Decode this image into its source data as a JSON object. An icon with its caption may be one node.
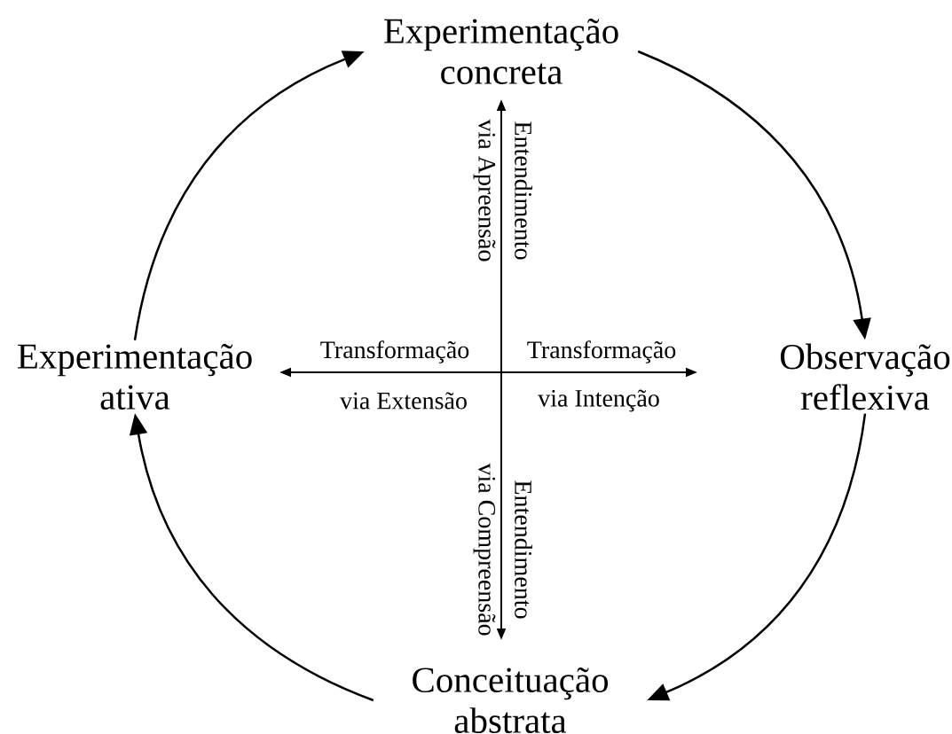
{
  "diagram": {
    "nodes": [
      {
        "text": [
          "Experimentação concreta"
        ]
      },
      {
        "text": [
          "Observação reflexiva"
        ]
      },
      {
        "text": [
          "Conceituação abstrata"
        ]
      },
      {
        "text": [
          "Experimentação ativa"
        ]
      }
    ],
    "edges": [
      {
        "from": 0,
        "to": 1,
        "arrow": "to"
      },
      {
        "from": 1,
        "to": 2,
        "arrow": "to"
      },
      {
        "from": 2,
        "to": 3,
        "arrow": "to"
      },
      {
        "from": 3,
        "to": 0,
        "arrow": "to"
      }
    ],
    "labels": [
      "Entendimento",
      "via Apreensão",
      "Transformação",
      "Transformação",
      "via Extensão",
      "via Intenção",
      "Entendimento",
      "via Compreensão"
    ]
  }
}
